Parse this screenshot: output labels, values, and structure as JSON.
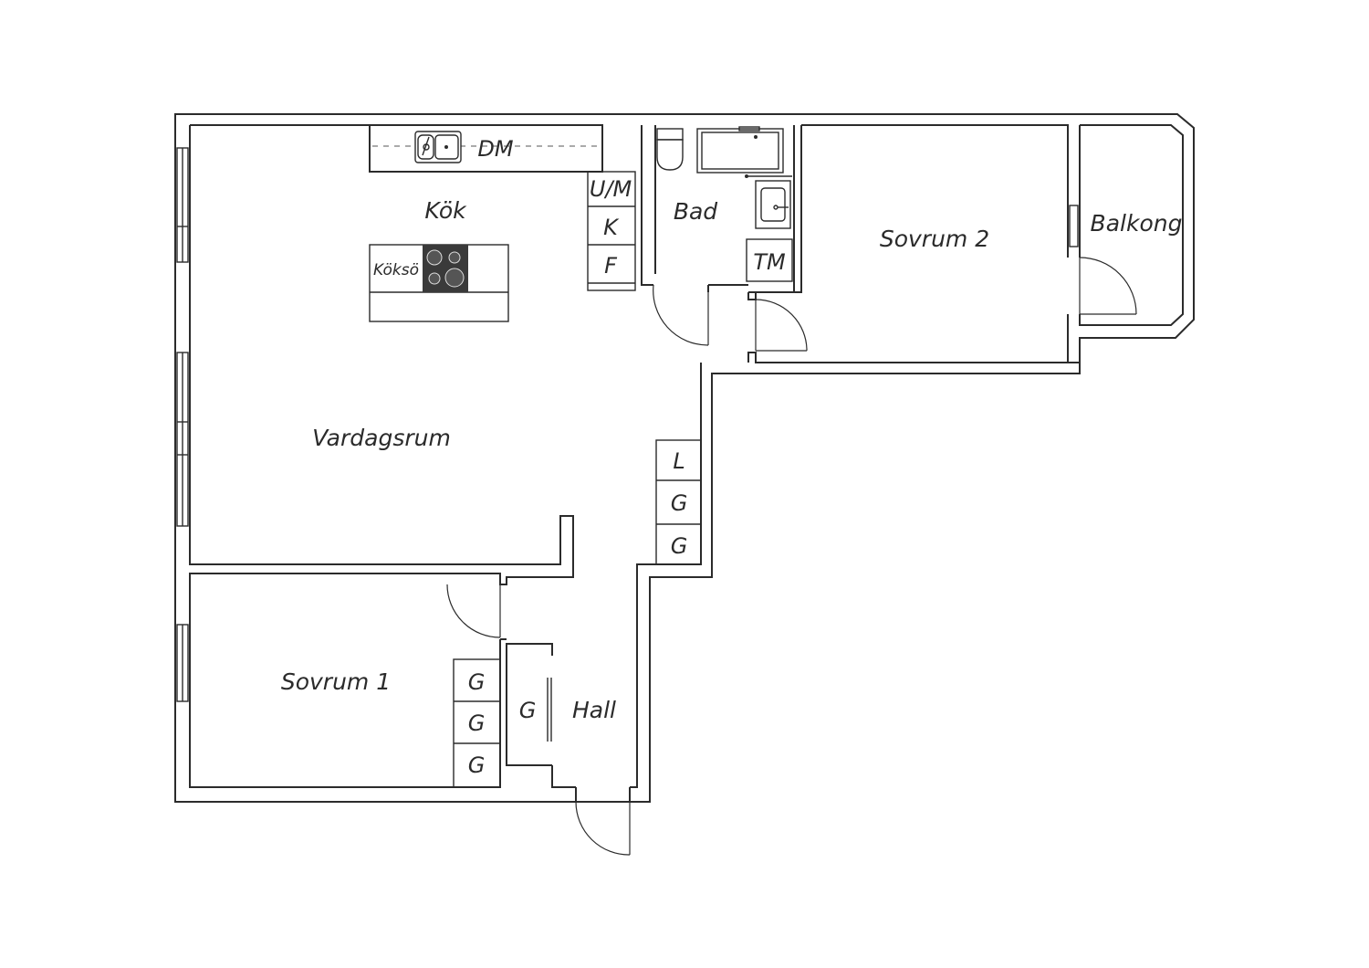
{
  "rooms": {
    "kok": "Kök",
    "vardagsrum": "Vardagsrum",
    "bad": "Bad",
    "sovrum2": "Sovrum 2",
    "balkong": "Balkong",
    "sovrum1": "Sovrum 1",
    "hall": "Hall"
  },
  "fixtures": {
    "dm": "DM",
    "um": "U/M",
    "k": "K",
    "f": "F",
    "koksö": "Köksö",
    "tm": "TM",
    "l": "L",
    "g_hall_1": "G",
    "g_hall_2": "G",
    "g_s1_1": "G",
    "g_s1_2": "G",
    "g_s1_3": "G",
    "g_hall_closet": "G"
  }
}
